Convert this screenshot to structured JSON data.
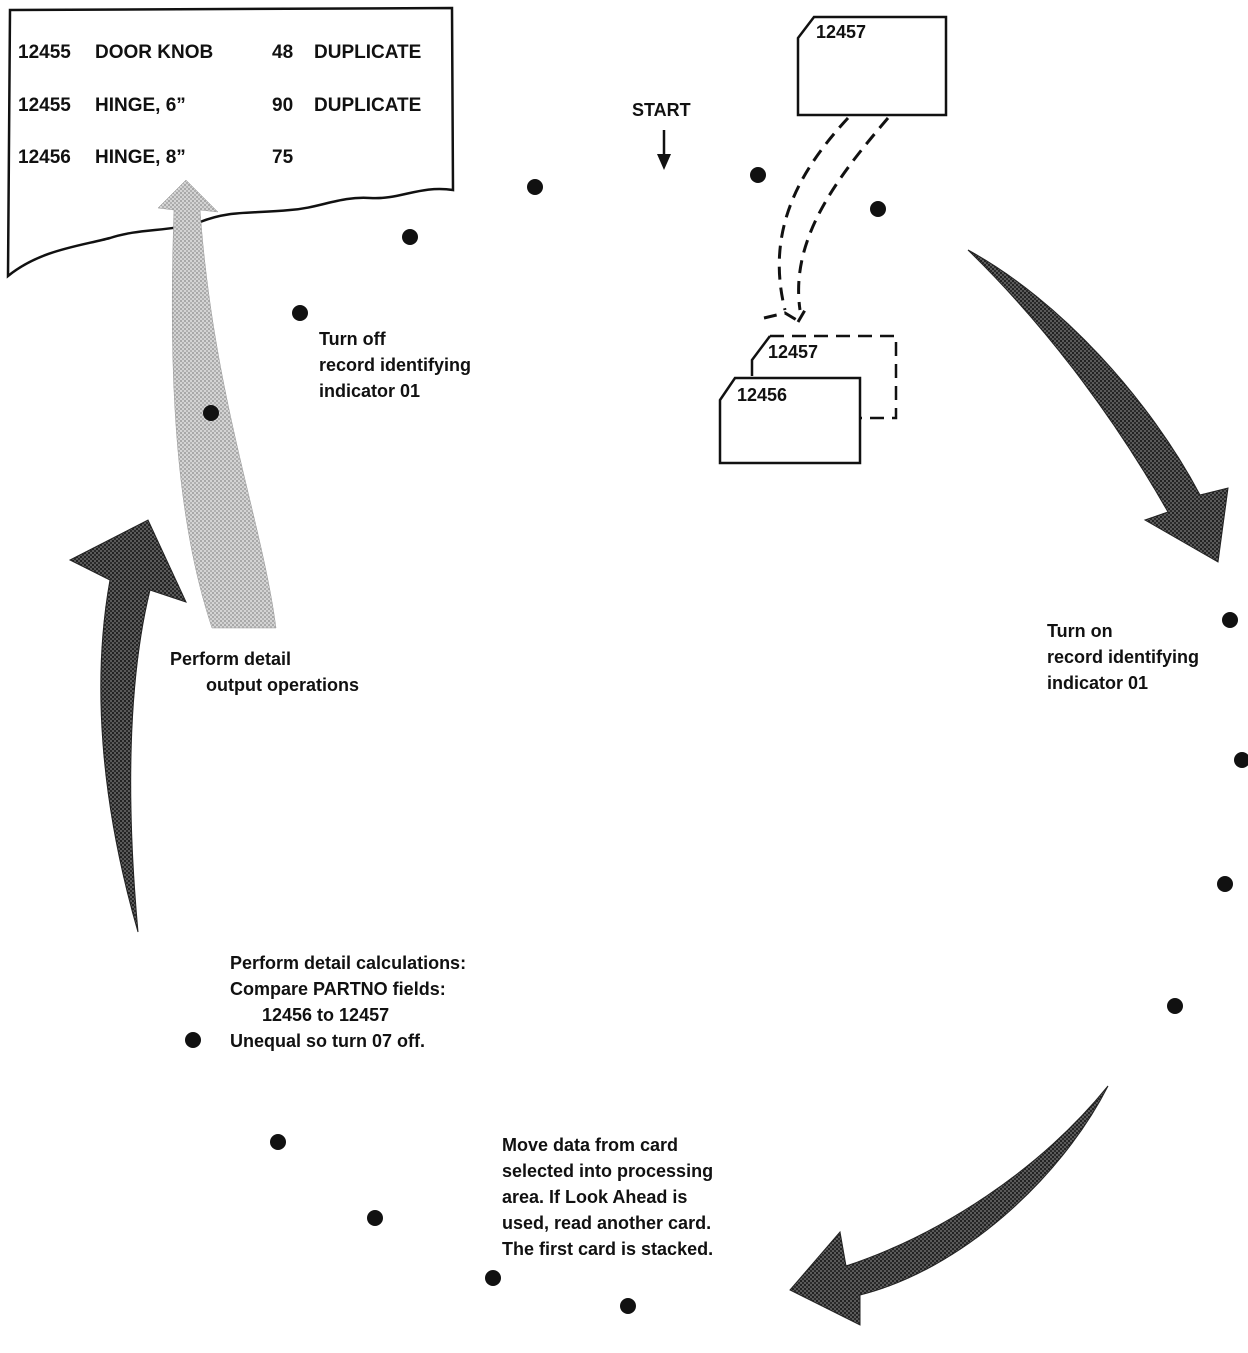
{
  "report": {
    "rows": [
      {
        "partno": "12455",
        "description": "DOOR KNOB",
        "quantity": "48",
        "note": "DUPLICATE"
      },
      {
        "partno": "12455",
        "description": "HINGE, 6”",
        "quantity": "90",
        "note": "DUPLICATE"
      },
      {
        "partno": "12456",
        "description": "HINGE, 8”",
        "quantity": "75",
        "note": ""
      }
    ]
  },
  "start_label": "START",
  "cards": {
    "incoming": "12457",
    "stack_back": "12457",
    "stack_front": "12456"
  },
  "steps": {
    "turn_on": [
      "Turn on",
      "record identifying",
      "indicator 01"
    ],
    "move_data": [
      "Move data from card",
      "selected into processing",
      "area.  If Look Ahead is",
      "used, read another card.",
      "The first card is stacked."
    ],
    "calculations": [
      "Perform detail calculations:",
      "Compare PARTNO fields:",
      "12456 to 12457",
      "Unequal so turn 07 off."
    ],
    "output": [
      "Perform detail",
      "output operations"
    ],
    "turn_off": [
      "Turn off",
      "record identifying",
      "indicator 01"
    ]
  },
  "colors": {
    "ink": "#111111",
    "arrow_dark": "#4a4a4a",
    "arrow_light": "#bdbdbd"
  }
}
